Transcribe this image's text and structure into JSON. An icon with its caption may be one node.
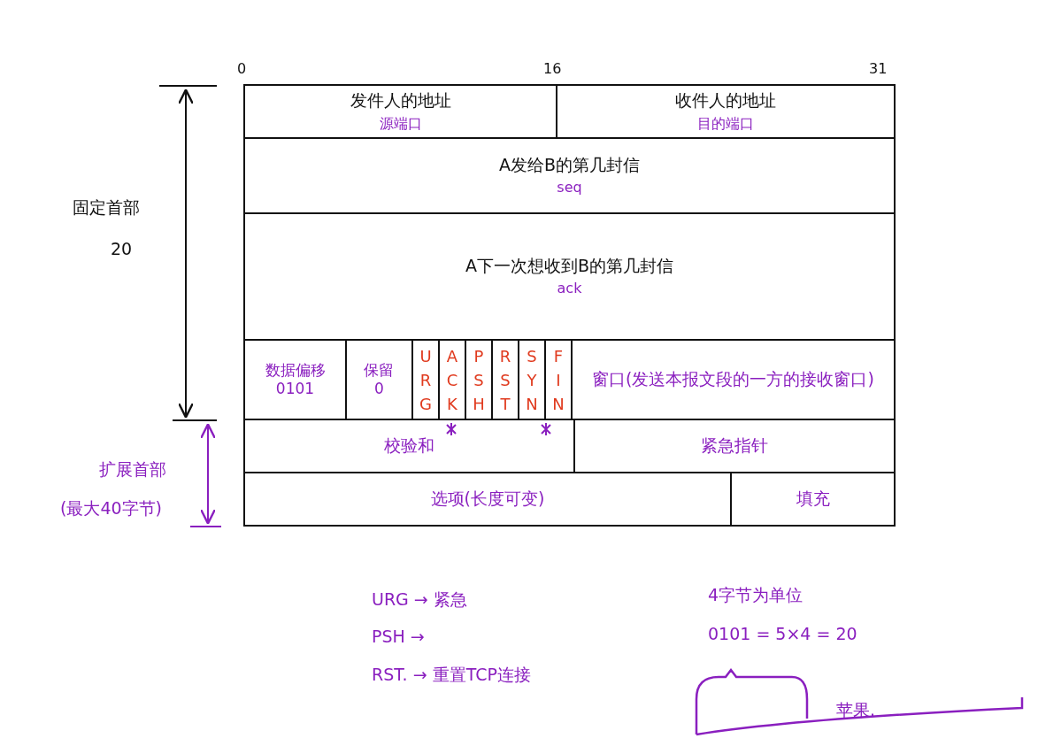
{
  "diagram": {
    "nodes": [
      {
        "text": [
          "发件人的地址",
          "源端口"
        ]
      },
      {
        "text": [
          "收件人的地址",
          "目的端口"
        ]
      },
      {
        "text": [
          "A发给B的第几封信",
          "seq"
        ]
      },
      {
        "text": [
          "A下一次想收到B的第几封信",
          "ack"
        ]
      },
      {
        "text": [
          "数据偏移0101"
        ]
      },
      {
        "text": [
          "保留0"
        ]
      },
      {
        "text": [
          "URG"
        ]
      },
      {
        "text": [
          "ACK"
        ]
      },
      {
        "text": [
          "PSH"
        ]
      },
      {
        "text": [
          "RST"
        ]
      },
      {
        "text": [
          "SYN"
        ]
      },
      {
        "text": [
          "FIN"
        ]
      },
      {
        "text": [
          "窗口(发送本报文段的一方的接收窗口)"
        ]
      },
      {
        "text": [
          "校验和"
        ]
      },
      {
        "text": [
          "紧急指针"
        ]
      },
      {
        "text": [
          "选项(长度可变)"
        ]
      },
      {
        "text": [
          "填充"
        ]
      }
    ],
    "edges": [],
    "labels": [
      "0",
      "16",
      "31",
      "固定首部",
      "20",
      "扩展首部",
      "(最大40字节)",
      "URG → 紧急",
      "PSH →",
      "RST. → 重置TCP连接",
      "4字节为单位",
      "0101 = 5×4 = 20",
      "苹果."
    ]
  }
}
